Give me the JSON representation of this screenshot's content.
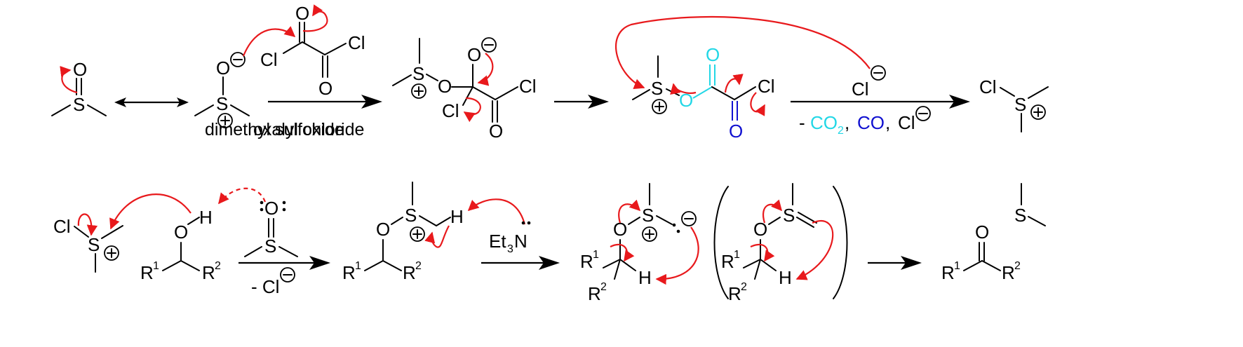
{
  "labels": {
    "dmso": "dimethyl sulfoxide",
    "oxalyl": "oxalyl chloride",
    "minus": "-",
    "co2": "CO",
    "co2_sub": "2",
    "co": "CO",
    "comma": ",",
    "cl": "Cl",
    "minus_cl": "- Cl",
    "et3n_et": "Et",
    "et3n_sub": "3",
    "et3n_n": "N"
  },
  "atoms": {
    "O": "O",
    "S": "S",
    "Cl": "Cl",
    "H": "H",
    "R": "R",
    "r1": "1",
    "r2": "2"
  },
  "colors": {
    "curved_arrow": "#e8191c",
    "co2_color": "#22d7e6",
    "co_color": "#1010d0"
  }
}
